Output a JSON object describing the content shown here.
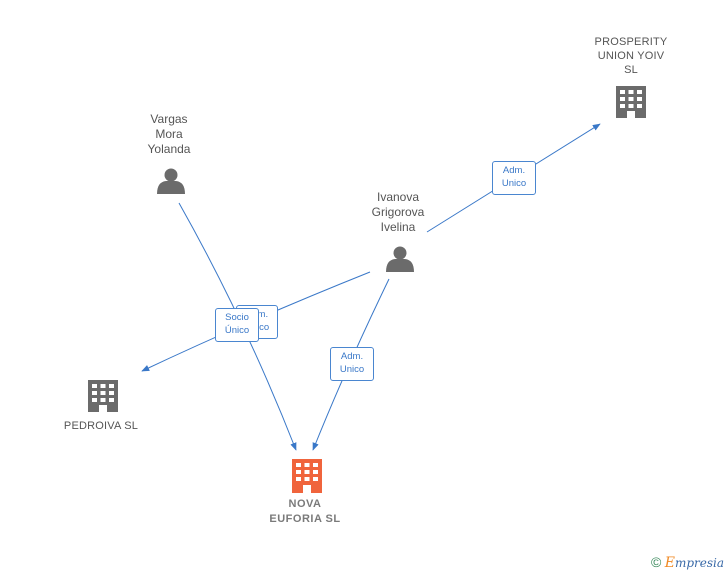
{
  "nodes": {
    "vargas": {
      "label": "Vargas\nMora\nYolanda",
      "type": "person"
    },
    "ivanova": {
      "label": "Ivanova\nGrigorova\nIvelina",
      "type": "person"
    },
    "prosperity": {
      "label": "PROSPERITY\nUNION YOIV\nSL",
      "type": "company"
    },
    "pedroiva": {
      "label": "PEDROIVA  SL",
      "type": "company"
    },
    "nova": {
      "label": "NOVA\nEUFORIA  SL",
      "type": "company-focus"
    }
  },
  "edges": [
    {
      "from": "ivanova",
      "to": "prosperity",
      "label": "Adm.\nUnico"
    },
    {
      "from": "ivanova",
      "to": "pedroiva",
      "label": "Adm.\nUnico"
    },
    {
      "from": "ivanova",
      "to": "nova",
      "label": "Adm.\nUnico"
    },
    {
      "from": "vargas",
      "to": "nova",
      "label": "Socio\nÚnico"
    }
  ],
  "colors": {
    "edge": "#3a78c8",
    "icon": "#6b6b6b",
    "focus": "#f0643c"
  },
  "brand": {
    "copyright": "©",
    "e": "E",
    "rest": "mpresia"
  }
}
